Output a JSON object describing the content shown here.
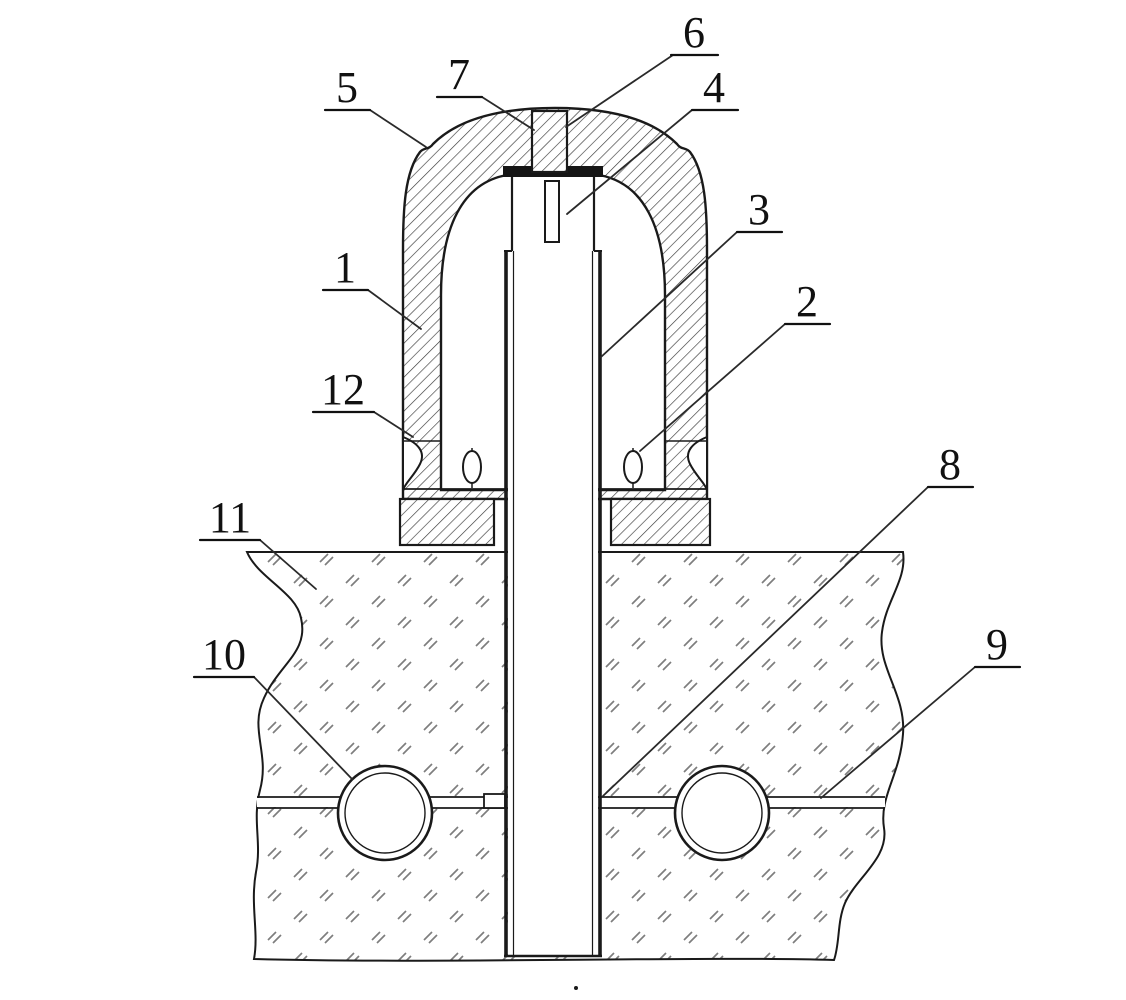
{
  "figure": {
    "background": "#ffffff",
    "line_color": "#1a1a1a",
    "leader_color": "#2a2a2a",
    "dome_hatch_color": "#3a3a3a",
    "ground_hatch_color": "#7e7e7e"
  },
  "labels": [
    {
      "text": "6"
    },
    {
      "text": "7"
    },
    {
      "text": "4"
    },
    {
      "text": "5"
    },
    {
      "text": "3"
    },
    {
      "text": "1"
    },
    {
      "text": "2"
    },
    {
      "text": "12"
    },
    {
      "text": "11"
    },
    {
      "text": "8"
    },
    {
      "text": "10"
    },
    {
      "text": "9"
    }
  ]
}
